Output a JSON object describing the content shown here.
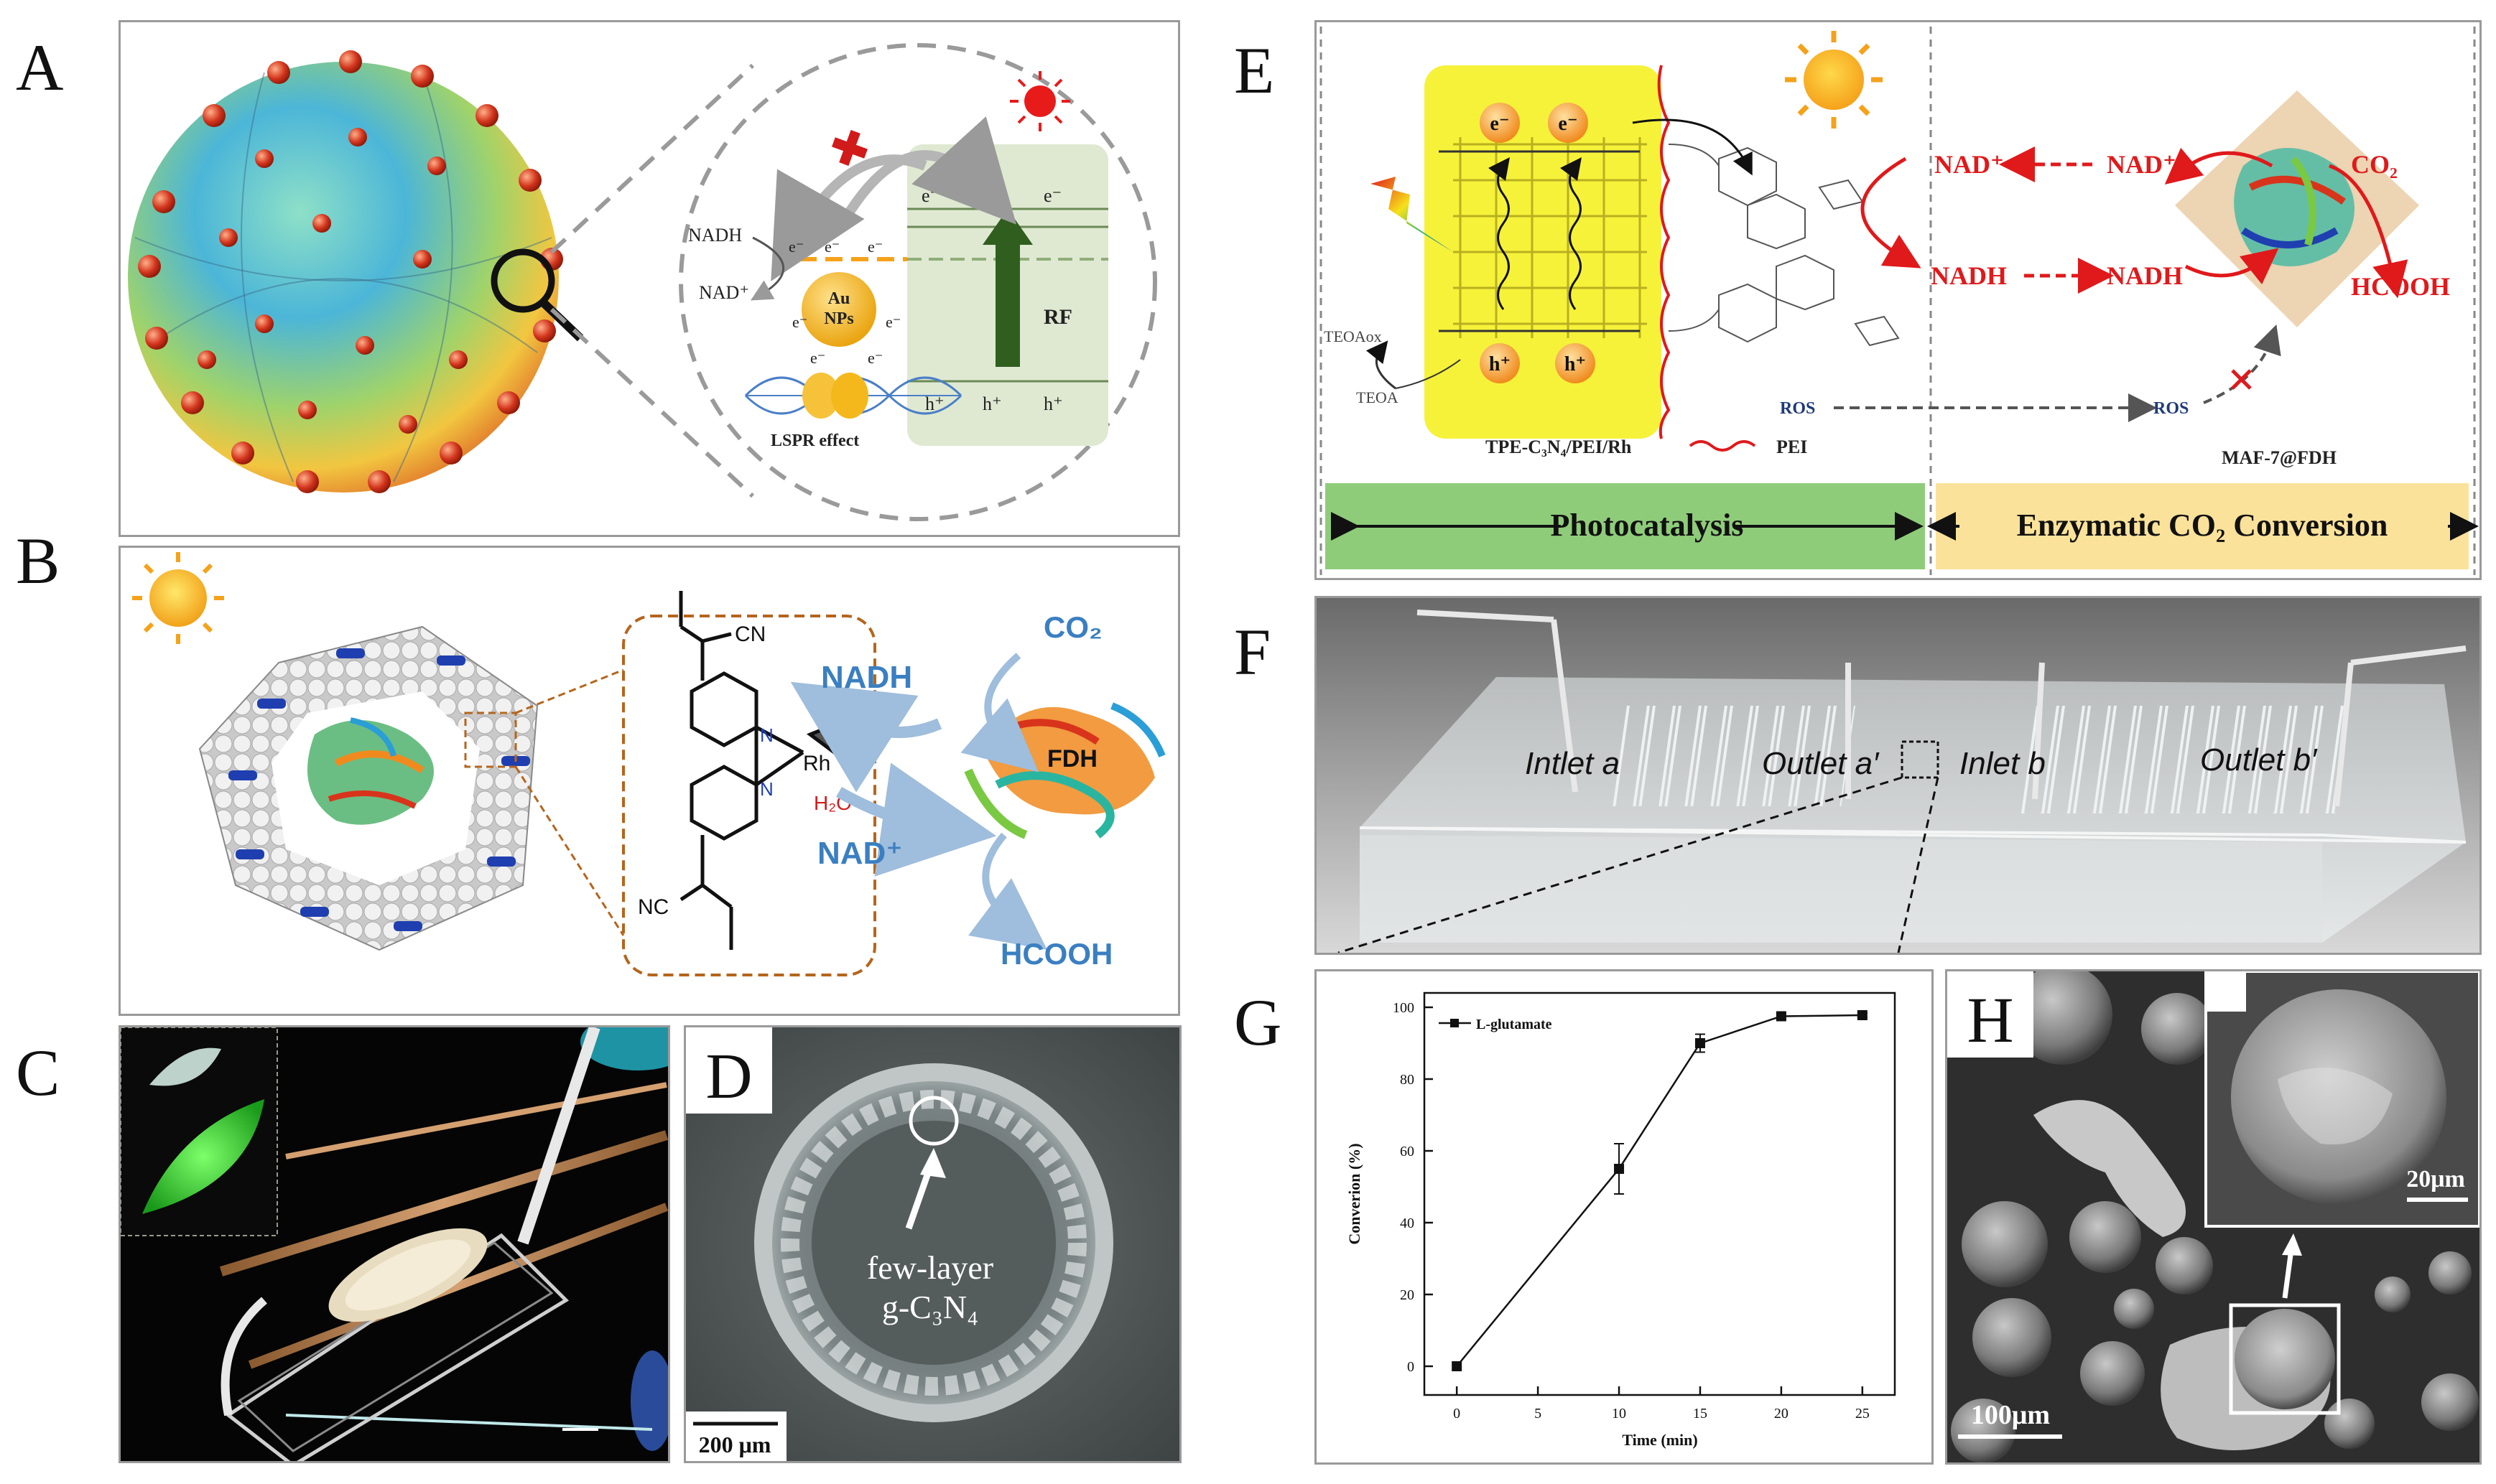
{
  "panel_labels": {
    "a": "A",
    "b": "B",
    "c": "C",
    "d": "D",
    "e": "E",
    "f": "F",
    "g": "G",
    "h": "H"
  },
  "panel_a": {
    "nadh": "NADH",
    "nad_plus": "NAD⁺",
    "electron": "e⁻",
    "hole": "h⁺",
    "au_line1": "Au",
    "au_line2": "NPs",
    "rf": "RF",
    "lspr": "LSPR effect",
    "colors": {
      "band": "#dfe9d2",
      "arrow": "#2f5e1e",
      "au": "#f5b81c",
      "cross": "#d11a1a"
    }
  },
  "panel_b": {
    "nadh": "NADH",
    "nad_plus": "NAD⁺",
    "co2": "CO₂",
    "hcooh": "HCOOH",
    "fdh": "FDH",
    "rh": "Rh",
    "h2o": "H₂O",
    "n": "N",
    "cn": "CN",
    "nc": "NC",
    "colors": {
      "blue_text": "#3a7fc1",
      "dash_box": "#b5651d"
    }
  },
  "panel_d": {
    "annotation_line1": "few-layer",
    "annotation_line2": "g-C₃N₄",
    "scale_bar": "200 μm"
  },
  "panel_e": {
    "electron": "e⁻",
    "hole": "h⁺",
    "nad_plus": "NAD⁺",
    "nadh": "NADH",
    "co2": "CO₂",
    "hcooh": "HCOOH",
    "teoa": "TEOA",
    "teoa_ox": "TEOAox",
    "ros": "ROS",
    "catalyst": "TPE-C₃N₄/PEI/Rh",
    "pei": "PEI",
    "enzyme": "MAF-7@FDH",
    "photocatalysis": "Photocatalysis",
    "enzymatic": "Enzymatic CO₂ Conversion",
    "colors": {
      "yellow": "#f6f23a",
      "red": "#e0191b",
      "green_bar": "#8fcc7a",
      "orange_bar": "#fbe29a"
    }
  },
  "panel_f": {
    "inlet_a": "Intlet a",
    "outlet_a": "Outlet a′",
    "inlet_b": "Inlet b",
    "outlet_b": "Outlet b′"
  },
  "chart_data": {
    "type": "line",
    "x": [
      0,
      10,
      15,
      20,
      25
    ],
    "series": [
      {
        "name": "L-glutamate",
        "values": [
          0,
          55,
          90,
          97.5,
          97.8
        ],
        "errors": [
          0,
          7,
          2.5,
          0.8,
          0.6
        ]
      }
    ],
    "xlabel": "Time (min)",
    "ylabel": "Converion (%)",
    "xlim": [
      -2,
      27
    ],
    "ylim": [
      -8,
      104
    ],
    "xticks": [
      "0",
      "5",
      "10",
      "15",
      "20",
      "25"
    ],
    "yticks": [
      "0",
      "20",
      "40",
      "60",
      "80",
      "100"
    ],
    "legend": "top-left",
    "grid": false
  },
  "panel_h": {
    "inset_scale": "20μm",
    "main_scale": "100μm"
  }
}
